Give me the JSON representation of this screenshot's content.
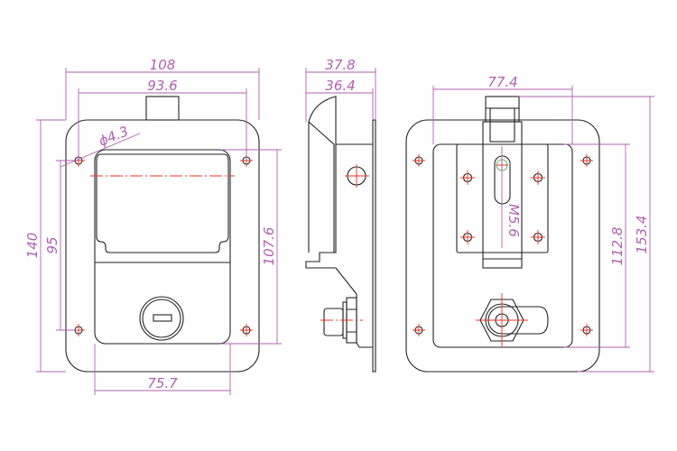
{
  "drawing": {
    "front_view": {
      "dimensions": {
        "overall_width": "108",
        "hole_spacing_width": "93.6",
        "overall_height": "140",
        "hole_spacing_height": "95",
        "recess_height": "107.6",
        "recess_width": "75.7",
        "hole_diameter": "ϕ4.3"
      }
    },
    "side_view": {
      "dimensions": {
        "overall_depth": "37.8",
        "body_depth": "36.4"
      }
    },
    "back_view": {
      "dimensions": {
        "inner_width": "77.4",
        "inner_height": "112.8",
        "overall_height": "153.4",
        "slot_thread": "M5.6"
      }
    }
  },
  "colors": {
    "outline": "#222222",
    "dimension": "#b25fb2",
    "centerline": "#f0301c"
  }
}
